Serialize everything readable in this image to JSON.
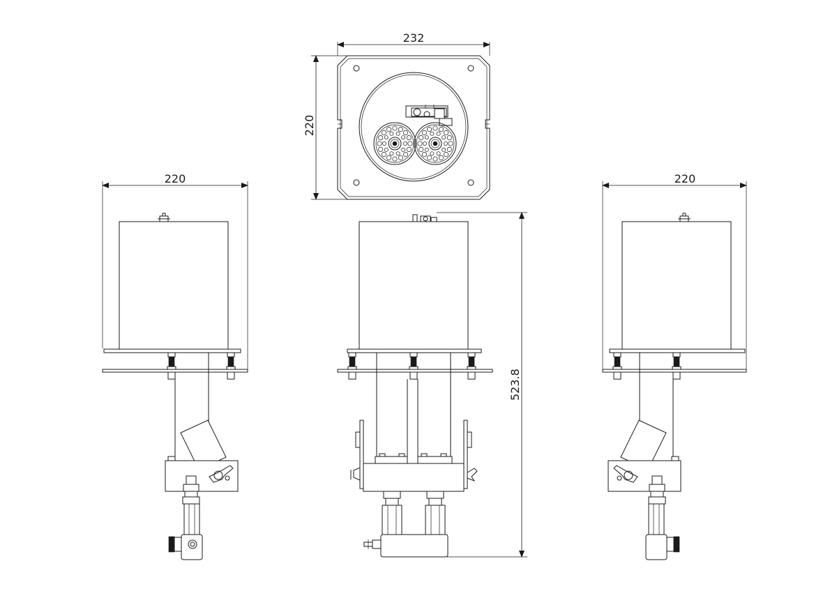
{
  "dimensions": {
    "top_width": "232",
    "top_height": "220",
    "left_width": "220",
    "right_width": "220",
    "front_height": "523.8"
  }
}
